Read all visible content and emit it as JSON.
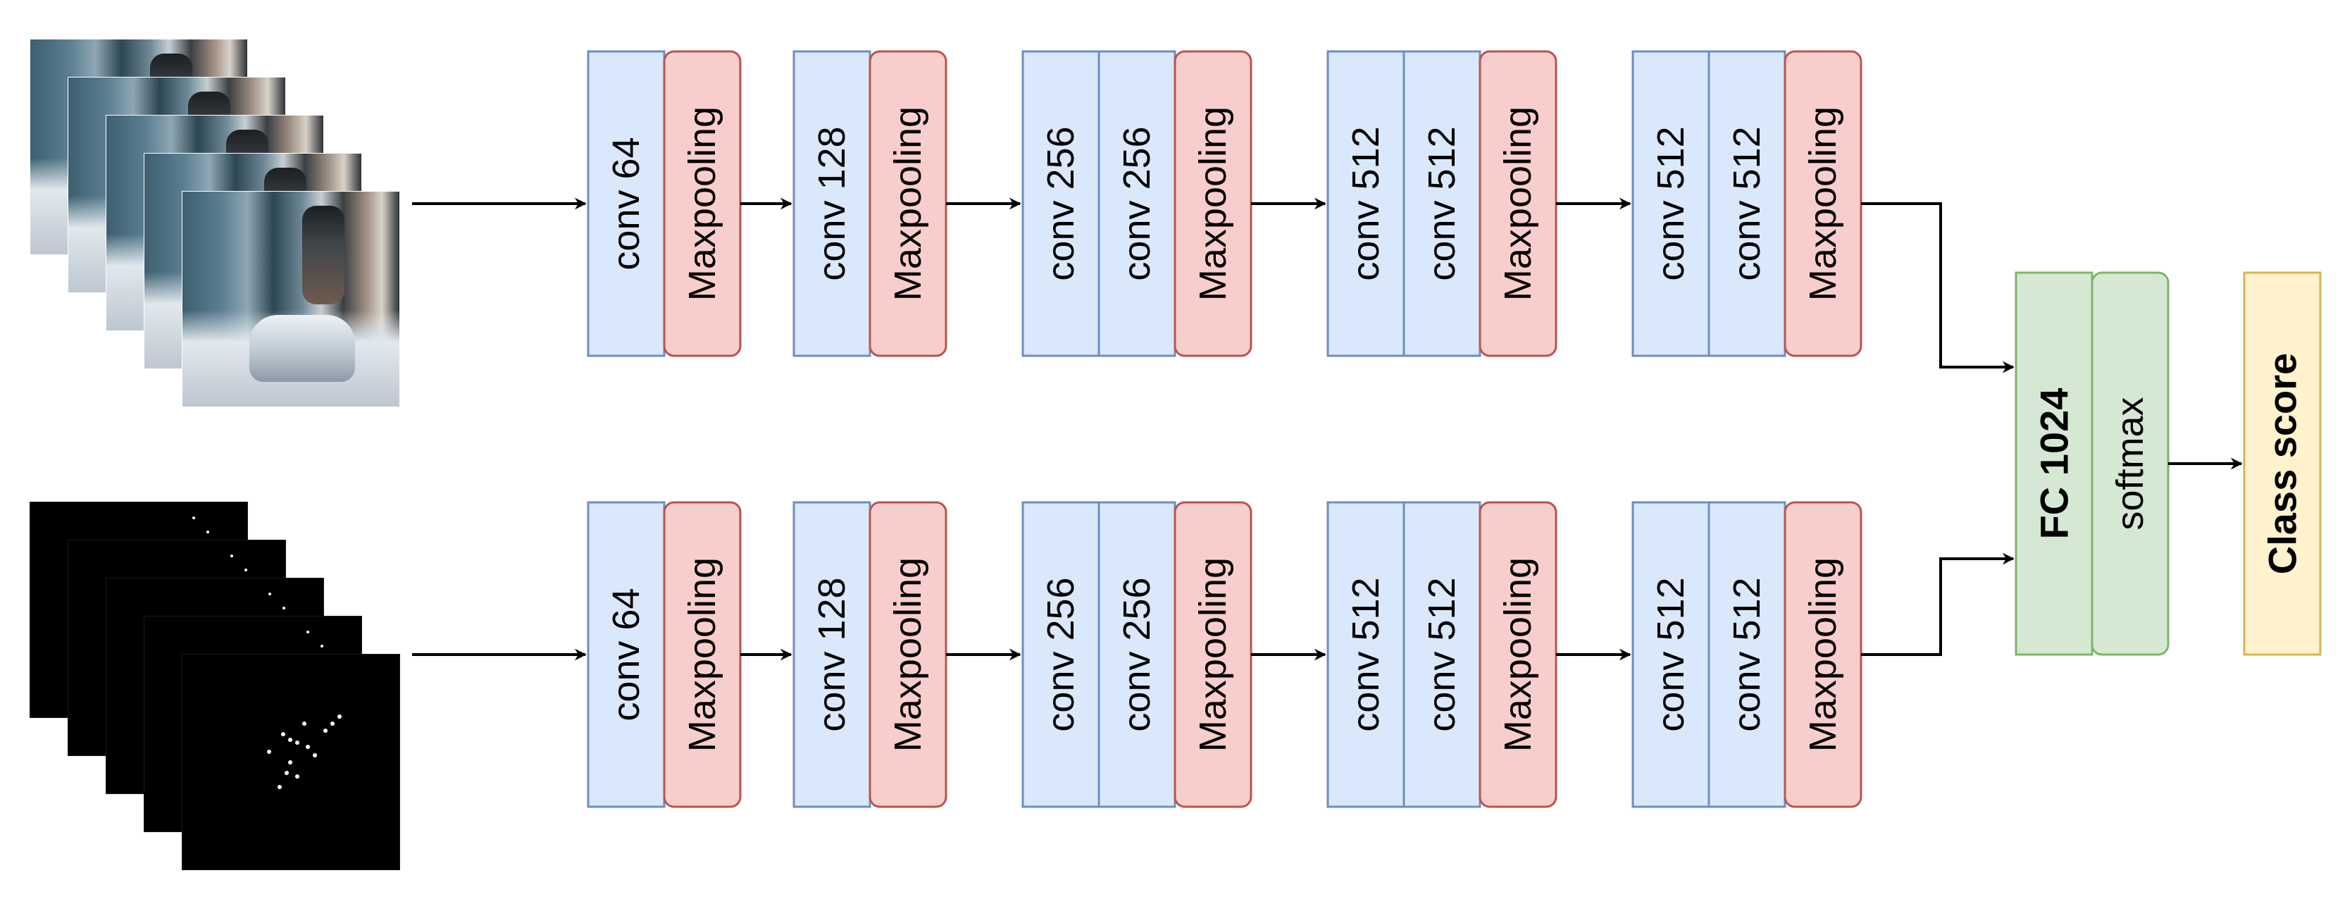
{
  "streams": [
    {
      "id": "rgb",
      "layers": [
        "conv 64",
        "Maxpooling",
        "conv 128",
        "Maxpooling",
        "conv 256",
        "conv 256",
        "Maxpooling",
        "conv 512",
        "conv 512",
        "Maxpooling",
        "conv 512",
        "conv 512",
        "Maxpooling"
      ]
    },
    {
      "id": "flow",
      "layers": [
        "conv 64",
        "Maxpooling",
        "conv 128",
        "Maxpooling",
        "conv 256",
        "conv 256",
        "Maxpooling",
        "conv 512",
        "conv 512",
        "Maxpooling",
        "conv 512",
        "conv 512",
        "Maxpooling"
      ]
    }
  ],
  "head": {
    "fc": "FC 1024",
    "softmax": "softmax",
    "output": "Class score"
  },
  "colors": {
    "conv_fill": "#dae8fc",
    "conv_stroke": "#6c8ebf",
    "pool_fill": "#f8cecc",
    "pool_stroke": "#b85450",
    "fc_fill": "#d5e8d4",
    "fc_stroke": "#82b366",
    "output_fill": "#fff2cc",
    "output_stroke": "#d6b656",
    "arrow": "#000000"
  }
}
